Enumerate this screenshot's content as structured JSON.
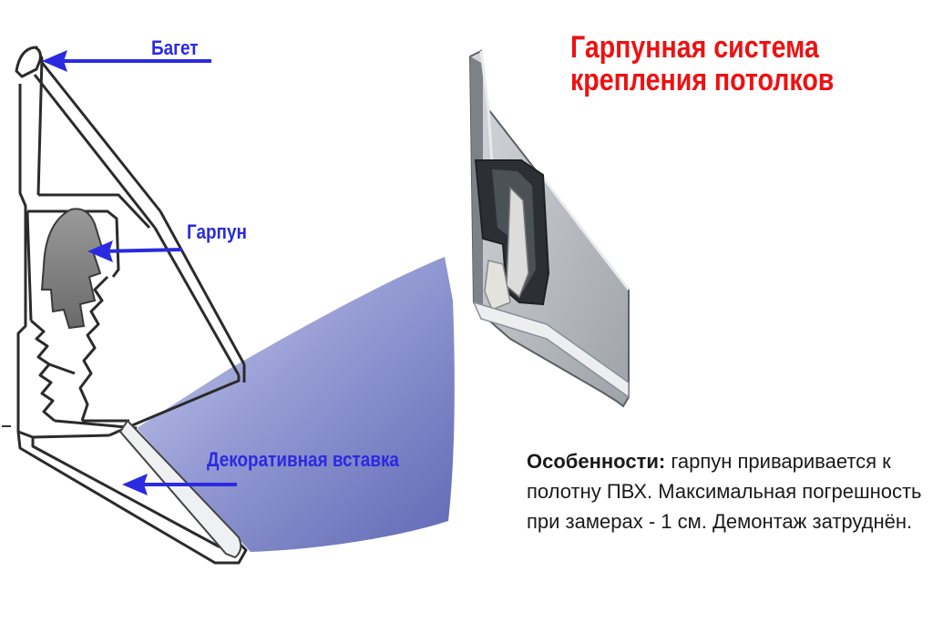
{
  "title": {
    "line1": "Гарпунная система",
    "line2": "крепления потолков"
  },
  "labels": {
    "baget": "Багет",
    "garpun": "Гарпун",
    "insert": "Декоративная вставка"
  },
  "features": {
    "heading": "Особенности:",
    "text": " гарпун приваривается к полотну ПВХ. Максимальная погрешность при замерах - 1 см. Демонтаж затруднён."
  },
  "colors": {
    "label_blue": "#2a2ae0",
    "title_red": "#ee1111",
    "film_blue": "#6f78c8"
  }
}
